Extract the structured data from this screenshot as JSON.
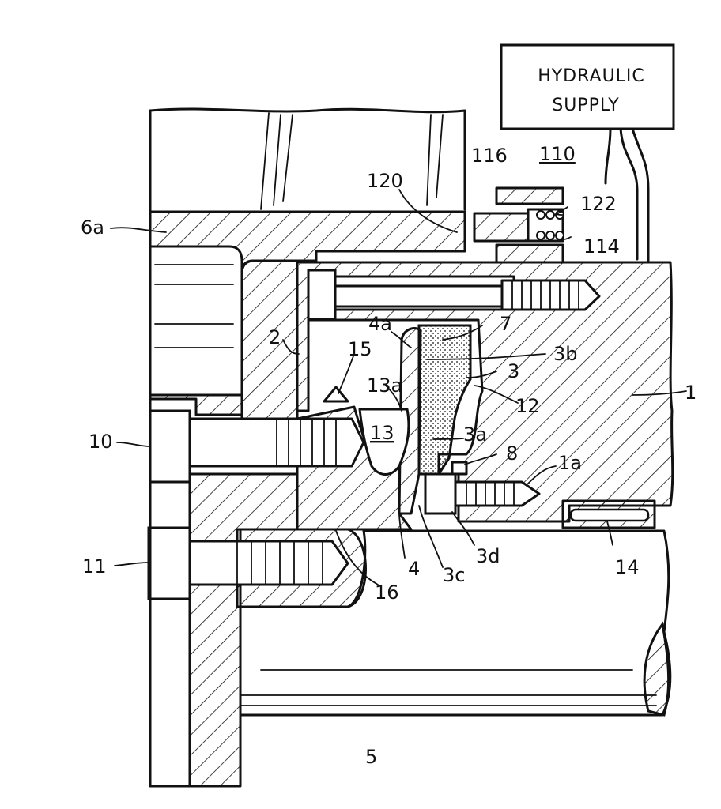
{
  "figure": {
    "supply_box_line1": "HYDRAULIC",
    "supply_box_line2": "SUPPLY",
    "labels": {
      "l110": "110",
      "l116": "116",
      "l120": "120",
      "l122": "122",
      "l114": "114",
      "l6a": "6a",
      "l2": "2",
      "l4a": "4a",
      "l7": "7",
      "l3b": "3b",
      "l3": "3",
      "l1": "1",
      "l15": "15",
      "l13a": "13a",
      "l12": "12",
      "l13": "13",
      "l3a": "3a",
      "l10": "10",
      "l8": "8",
      "l1a": "1a",
      "l11": "11",
      "l16": "16",
      "l4": "4",
      "l3c": "3c",
      "l3d": "3d",
      "l14": "14",
      "l5": "5"
    }
  }
}
